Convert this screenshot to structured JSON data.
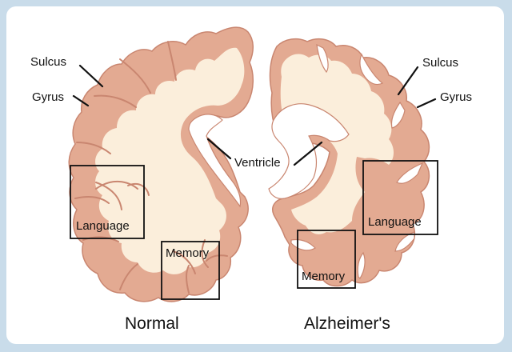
{
  "diagram": {
    "labels": {
      "normal_sulcus": "Sulcus",
      "normal_gyrus": "Gyrus",
      "ventricle": "Ventricle",
      "normal_language": "Language",
      "normal_memory": "Memory",
      "normal_caption": "Normal",
      "ad_sulcus": "Sulcus",
      "ad_gyrus": "Gyrus",
      "ad_language": "Language",
      "ad_memory": "Memory",
      "ad_caption": "Alzheimer's"
    },
    "colors": {
      "background": "#c9dcea",
      "panel": "#ffffff",
      "cortex": "#e3aa92",
      "cortex_dark": "#c98670",
      "white_matter": "#fbeedb",
      "ventricle": "#ffffff",
      "box": "#111111"
    }
  }
}
